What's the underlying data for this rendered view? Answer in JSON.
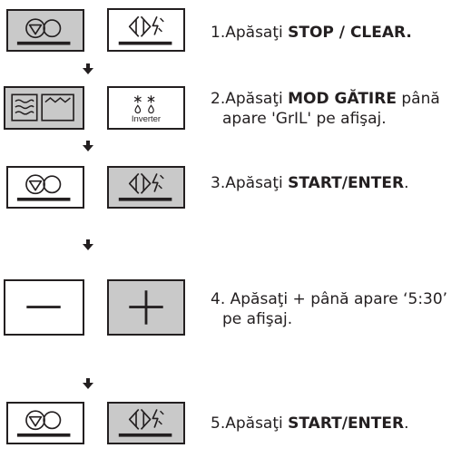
{
  "steps": [
    {
      "number": "1.",
      "text": "Apăsaţi ",
      "bold": "STOP / CLEAR.",
      "after": "",
      "line2": ""
    },
    {
      "number": "2.",
      "text": "Apăsaţi ",
      "bold": "MOD GĂTIRE",
      "after": " până",
      "line2": "apare 'GrIL' pe afişaj."
    },
    {
      "number": "3.",
      "text": "Apăsaţi ",
      "bold": "START/ENTER",
      "after": ".",
      "line2": ""
    },
    {
      "number": "4.",
      "text": " Apăsaţi + până apare ‘5:30’",
      "bold": "",
      "after": "",
      "line2": "pe afişaj."
    },
    {
      "number": "5.",
      "text": "Apăsaţi ",
      "bold": "START/ENTER",
      "after": ".",
      "line2": ""
    }
  ],
  "buttons": {
    "inverter_label": "Inverter"
  },
  "icons": {
    "stop_clear": "stop-clear-icon",
    "start_enter": "start-enter-icon",
    "cook_mode": "cook-mode-icon",
    "defrost": "defrost-inverter-icon",
    "minus": "minus-icon",
    "plus": "plus-icon",
    "arrow": "down-arrow-icon"
  },
  "colors": {
    "ink": "#231f20",
    "button_grey": "#c9c9c9",
    "button_white": "#ffffff"
  }
}
